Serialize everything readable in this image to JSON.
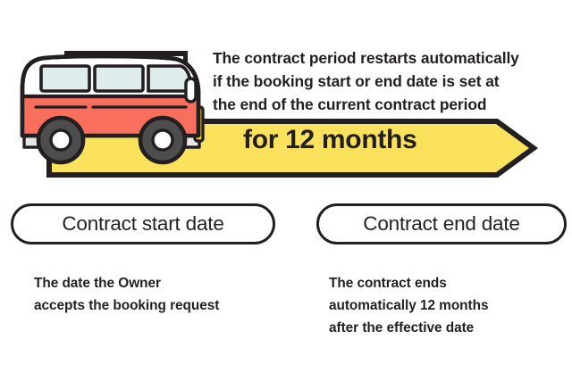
{
  "headline": {
    "text": "The contract period restarts automatically\nif the booking start or end date is set at\nthe end of the current contract period"
  },
  "banner": {
    "label": "for 12 months",
    "fill_color": "#FAE25C",
    "stroke_color": "#231F20",
    "shape": "right-arrow-banner"
  },
  "vehicle": {
    "name": "camper-van",
    "body_color": "#F96F5D",
    "roof_color": "#FFFFFF",
    "window_color": "#DFECEC",
    "tire_color": "#4D4D4D",
    "hub_color": "#FFFFFF",
    "outline_color": "#231F20",
    "indicator_color": "#FBD838",
    "bumper_color": "#E6E9E8"
  },
  "cards": [
    {
      "icon": "calendar-start-icon",
      "pill_label": "Contract start date",
      "caption": "The date the Owner\naccepts the booking request"
    },
    {
      "icon": "calendar-end-icon",
      "pill_label": "Contract end date",
      "caption": "The contract ends\nautomatically 12 months\nafter the effective date"
    }
  ],
  "palette": {
    "background": "#FFFFFF",
    "ink": "#231F20",
    "accent_yellow": "#FAE25C",
    "accent_red": "#F96F5D"
  }
}
